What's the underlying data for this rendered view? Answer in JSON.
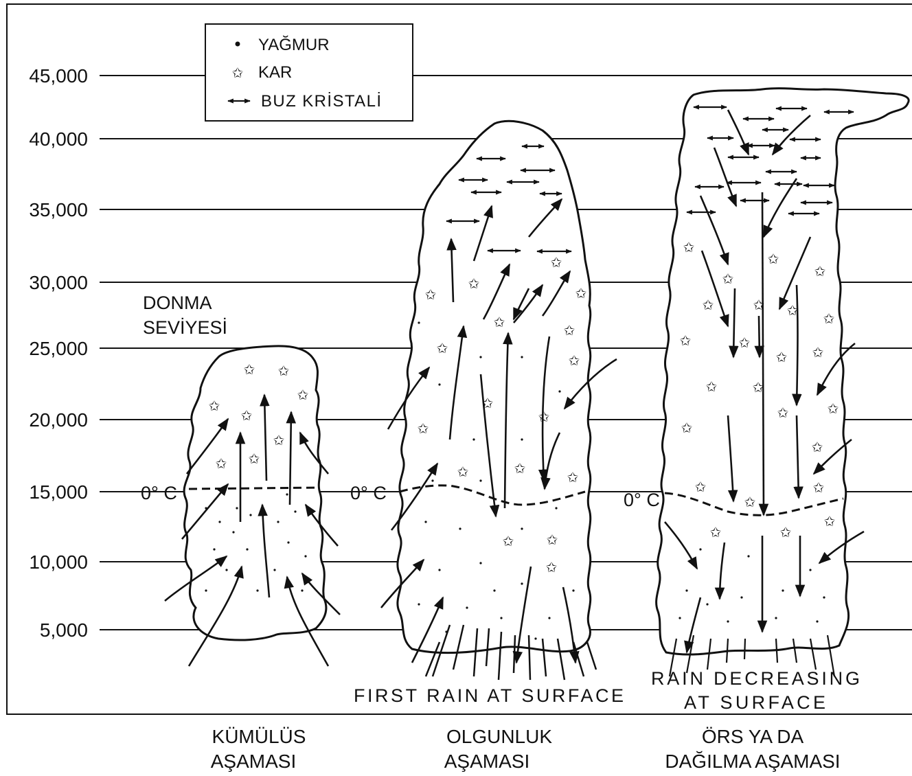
{
  "legend": {
    "rain": "YAĞMUR",
    "snow": "KAR",
    "ice": "BUZ KRİSTALİ"
  },
  "y_axis": {
    "ticks": [
      "45,000",
      "40,000",
      "35,000",
      "30,000",
      "25,000",
      "20,000",
      "15,000",
      "10,000",
      "5,000"
    ]
  },
  "freezing_level": {
    "line1": "DONMA",
    "line2": "SEVİYESİ",
    "marker": "0° C"
  },
  "annotations": {
    "first_rain": "FIRST RAIN AT SURFACE",
    "rain_decreasing_1": "RAIN DECREASING",
    "rain_decreasing_2": "AT SURFACE"
  },
  "stages": [
    {
      "line1": "KÜMÜLÜS",
      "line2": "AŞAMASI"
    },
    {
      "line1": "OLGUNLUK",
      "line2": "AŞAMASI"
    },
    {
      "line1": "ÖRS YA DA",
      "line2": "DAĞILMA AŞAMASI"
    }
  ]
}
